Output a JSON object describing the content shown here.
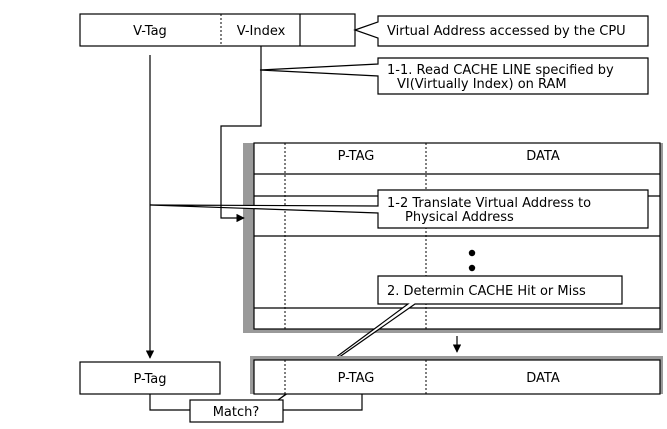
{
  "virtual_address": {
    "v_tag": "V-Tag",
    "v_index": "V-Index"
  },
  "callouts": {
    "cpu_access": "Virtual Address accessed by the CPU",
    "read_line_1": "1-1. Read CACHE LINE specified by",
    "read_line_2": "VI(Virtually Index) on RAM",
    "translate_1": "1-2 Translate Virtual Address to",
    "translate_2": "Physical Address",
    "determine": "2. Determin CACHE Hit or Miss"
  },
  "cache_table": {
    "ptag_header": "P-TAG",
    "data_header": "DATA"
  },
  "result_row": {
    "p_tag": "P-Tag",
    "ptag_col": "P-TAG",
    "data_col": "DATA"
  },
  "compare": {
    "match": "Match?"
  }
}
